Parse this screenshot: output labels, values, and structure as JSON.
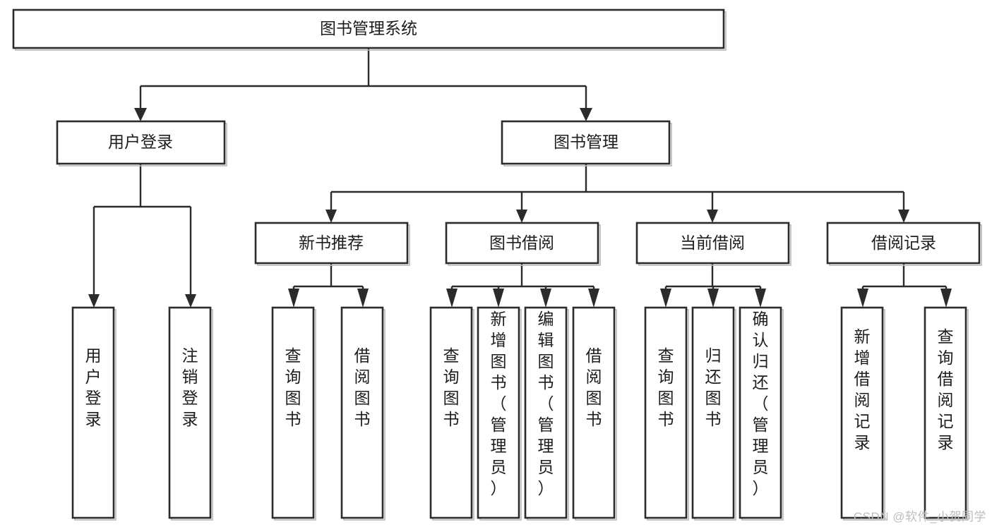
{
  "diagram": {
    "type": "tree",
    "title": "图书管理系统",
    "orientation": "top-down",
    "colors": {
      "box_stroke": "#2b2b2b",
      "box_fill": "#ffffff",
      "edge": "#2b2b2b",
      "text": "#1d1d1d",
      "watermark": "#bdbdbd",
      "background": "#ffffff"
    },
    "watermark": "CSDN @软件_小贺同学",
    "levels": {
      "root": "图书管理系统",
      "level2": [
        "用户登录",
        "图书管理"
      ],
      "level3": [
        "新书推荐",
        "图书借阅",
        "当前借阅",
        "借阅记录"
      ],
      "level4": [
        "用户登录",
        "注销登录",
        "查询图书",
        "借阅图书",
        "查询图书",
        "新增图书（管理员）",
        "编辑图书（管理员）",
        "借阅图书",
        "查询图书",
        "归还图书",
        "确认归还（管理员）",
        "新增借阅记录",
        "查询借阅记录"
      ]
    },
    "nodes": {
      "root": {
        "label": "图书管理系统"
      },
      "user_login": {
        "label": "用户登录"
      },
      "book_manage": {
        "label": "图书管理"
      },
      "new_book_rec": {
        "label": "新书推荐"
      },
      "book_borrow": {
        "label": "图书借阅"
      },
      "current_borrow": {
        "label": "当前借阅"
      },
      "borrow_record": {
        "label": "借阅记录"
      },
      "leaf_user_login": {
        "label": "用户登录"
      },
      "leaf_logout": {
        "label": "注销登录"
      },
      "leaf_query_book_1": {
        "label": "查询图书"
      },
      "leaf_borrow_book_1": {
        "label": "借阅图书"
      },
      "leaf_query_book_2": {
        "label": "查询图书"
      },
      "leaf_add_book": {
        "label": "新增图书（管理员）"
      },
      "leaf_edit_book": {
        "label": "编辑图书（管理员）"
      },
      "leaf_borrow_book_2": {
        "label": "借阅图书"
      },
      "leaf_query_book_3": {
        "label": "查询图书"
      },
      "leaf_return_book": {
        "label": "归还图书"
      },
      "leaf_confirm_return": {
        "label": "确认归还（管理员）"
      },
      "leaf_add_record": {
        "label": "新增借阅记录"
      },
      "leaf_query_record": {
        "label": "查询借阅记录"
      }
    },
    "edges": [
      {
        "from": "root",
        "to": "user_login"
      },
      {
        "from": "root",
        "to": "book_manage"
      },
      {
        "from": "user_login",
        "to": "leaf_user_login"
      },
      {
        "from": "user_login",
        "to": "leaf_logout"
      },
      {
        "from": "book_manage",
        "to": "new_book_rec"
      },
      {
        "from": "book_manage",
        "to": "book_borrow"
      },
      {
        "from": "book_manage",
        "to": "current_borrow"
      },
      {
        "from": "book_manage",
        "to": "borrow_record"
      },
      {
        "from": "new_book_rec",
        "to": "leaf_query_book_1"
      },
      {
        "from": "new_book_rec",
        "to": "leaf_borrow_book_1"
      },
      {
        "from": "book_borrow",
        "to": "leaf_query_book_2"
      },
      {
        "from": "book_borrow",
        "to": "leaf_add_book"
      },
      {
        "from": "book_borrow",
        "to": "leaf_edit_book"
      },
      {
        "from": "book_borrow",
        "to": "leaf_borrow_book_2"
      },
      {
        "from": "current_borrow",
        "to": "leaf_query_book_3"
      },
      {
        "from": "current_borrow",
        "to": "leaf_return_book"
      },
      {
        "from": "current_borrow",
        "to": "leaf_confirm_return"
      },
      {
        "from": "borrow_record",
        "to": "leaf_add_record"
      },
      {
        "from": "borrow_record",
        "to": "leaf_query_record"
      }
    ]
  }
}
